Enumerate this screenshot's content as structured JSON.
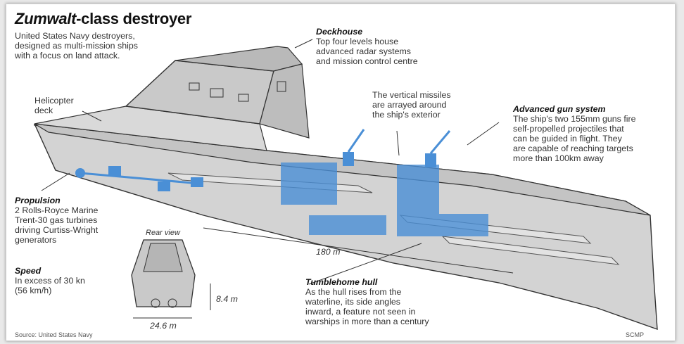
{
  "title": {
    "italic": "Zumwalt",
    "rest": "-class destroyer"
  },
  "intro": [
    "United States Navy destroyers,",
    "designed as multi-mission ships",
    "with a focus on land attack."
  ],
  "helicopter": [
    "Helicopter",
    "deck"
  ],
  "deckhouse": {
    "heading": "Deckhouse",
    "lines": [
      "Top four levels house",
      "advanced radar systems",
      "and mission control centre"
    ]
  },
  "missiles": [
    "The vertical missiles",
    "are arrayed around",
    "the ship's exterior"
  ],
  "gun": {
    "heading": "Advanced gun system",
    "lines": [
      "The ship's two 155mm guns fire",
      "self-propelled projectiles that",
      "can be guided in flight. They",
      "are capable of reaching targets",
      "more than 100km away"
    ]
  },
  "propulsion": {
    "heading": "Propulsion",
    "lines": [
      "2 Rolls-Royce Marine",
      "Trent-30 gas turbines",
      "driving Curtiss-Wright",
      "generators"
    ]
  },
  "speed": {
    "heading": "Speed",
    "lines": [
      "In excess of 30 kn",
      "(56 km/h)"
    ]
  },
  "rear_view": "Rear view",
  "dim_height": "8.4 m",
  "dim_width": "24.6 m",
  "length": "180 m",
  "hull": {
    "heading": "Tumblehome hull",
    "lines": [
      "As the hull rises from the",
      "waterline, its side angles",
      "inward, a feature not seen in",
      "warships in more than a century"
    ]
  },
  "source": "Source: United States Navy",
  "credit": "SCMP",
  "colors": {
    "blue": "#4a8fd6",
    "hull": "#d2d2d2",
    "deck": "#c4c4c4",
    "outline": "#333333"
  }
}
